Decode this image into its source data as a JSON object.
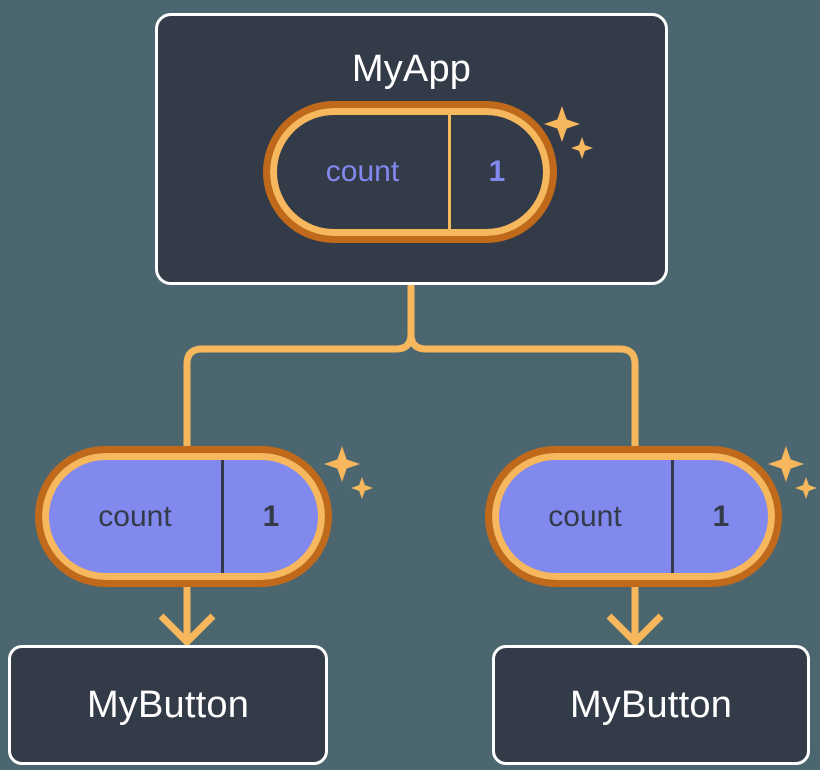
{
  "diagram": {
    "title": "React component state propagation tree",
    "type": "tree",
    "background_color": "#4c6670"
  },
  "palette": {
    "background": "#4c6670",
    "card_fill": "#333b49",
    "card_border": "#ffffff",
    "ring_inner": "#f7b75c",
    "ring_outer": "#c1691a",
    "pill_fill": "#8289ee",
    "accent_purple": "#8289ee",
    "wire": "#f7b75c",
    "text_light": "#ffffff",
    "text_dark": "#333b49"
  },
  "nodes": {
    "root": {
      "id": "myapp",
      "label": "MyApp",
      "state": {
        "key": "count",
        "value": "1",
        "style": "outline",
        "key_color": "#8289ee",
        "value_color": "#8289ee",
        "divider_color": "#f7b75c"
      },
      "sparkle": "sparkle-icon"
    },
    "children": [
      {
        "id": "mybutton-left",
        "label": "MyButton",
        "state": {
          "key": "count",
          "value": "1",
          "style": "filled",
          "fill": "#8289ee",
          "key_color": "#333b49",
          "value_color": "#333b49",
          "divider_color": "#333b49"
        },
        "sparkle": "sparkle-icon"
      },
      {
        "id": "mybutton-right",
        "label": "MyButton",
        "state": {
          "key": "count",
          "value": "1",
          "style": "filled",
          "fill": "#8289ee",
          "key_color": "#333b49",
          "value_color": "#333b49",
          "divider_color": "#333b49"
        },
        "sparkle": "sparkle-icon"
      }
    ]
  },
  "connectors": {
    "branch": {
      "from": "myapp",
      "to": [
        "state-pill-left",
        "state-pill-right"
      ],
      "color": "#f7b75c",
      "width": 7,
      "style": "orthogonal-rounded"
    },
    "arrows": [
      {
        "from": "state-pill-left",
        "to": "mybutton-left",
        "color": "#f7b75c",
        "head": "chevron-down"
      },
      {
        "from": "state-pill-right",
        "to": "mybutton-right",
        "color": "#f7b75c",
        "head": "chevron-down"
      }
    ]
  }
}
